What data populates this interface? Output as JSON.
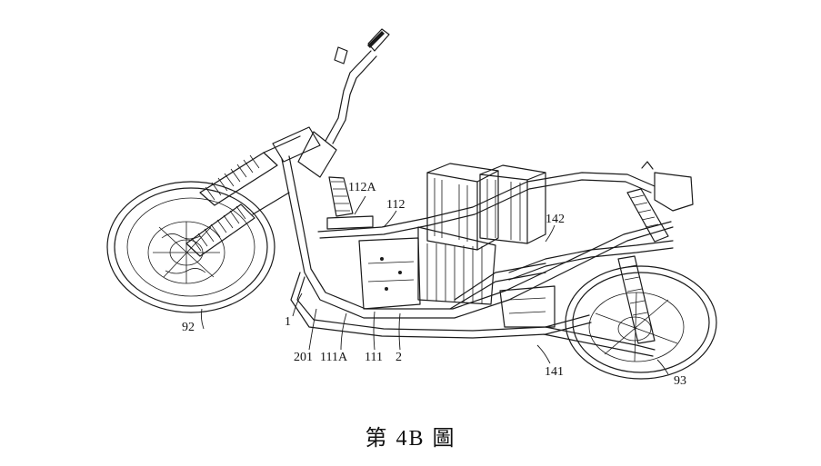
{
  "caption": "第 4B 圖",
  "labels": {
    "l92": "92",
    "l1": "1",
    "l201": "201",
    "l111a": "111A",
    "l111": "111",
    "l2": "2",
    "l112a": "112A",
    "l112": "112",
    "l142": "142",
    "l141": "141",
    "l93": "93"
  }
}
